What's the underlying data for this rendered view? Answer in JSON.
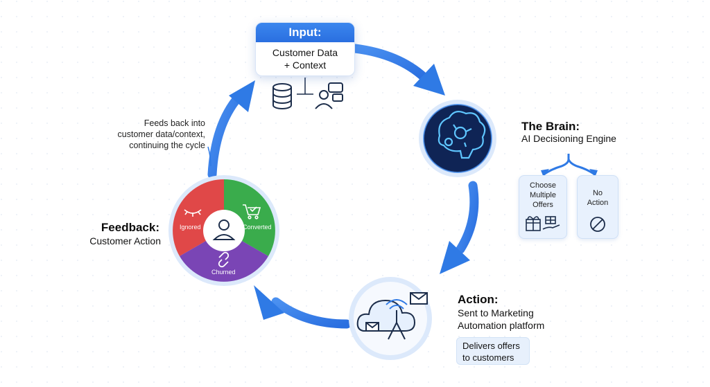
{
  "input": {
    "title": "Input:",
    "line1": "Customer Data",
    "line2": "+ Context"
  },
  "brain": {
    "title": "The Brain:",
    "subtitle": "AI Decisioning Engine",
    "options": [
      {
        "lines": [
          "Choose",
          "Multiple",
          "Offers"
        ],
        "icon": "gift-icon"
      },
      {
        "lines": [
          "No",
          "Action"
        ],
        "icon": "no-action-icon"
      }
    ]
  },
  "action": {
    "title": "Action:",
    "subtitle_line1": "Sent to Marketing",
    "subtitle_line2": "Automation platform",
    "note_line1": "Delivers offers",
    "note_line2": "to customers"
  },
  "feedback": {
    "title": "Feedback:",
    "subtitle": "Customer Action",
    "segments": {
      "ignored": "Ignored",
      "converted": "Converted",
      "churned": "Churned"
    },
    "note_line1": "Feeds back into",
    "note_line2": "customer data/context,",
    "note_line3": "continuing the cycle"
  },
  "colors": {
    "arrow": "#2f7ae5",
    "ignored": "#e04848",
    "converted": "#3aac4c",
    "churned": "#7a45b5",
    "brain_bg": "#0f2455"
  }
}
